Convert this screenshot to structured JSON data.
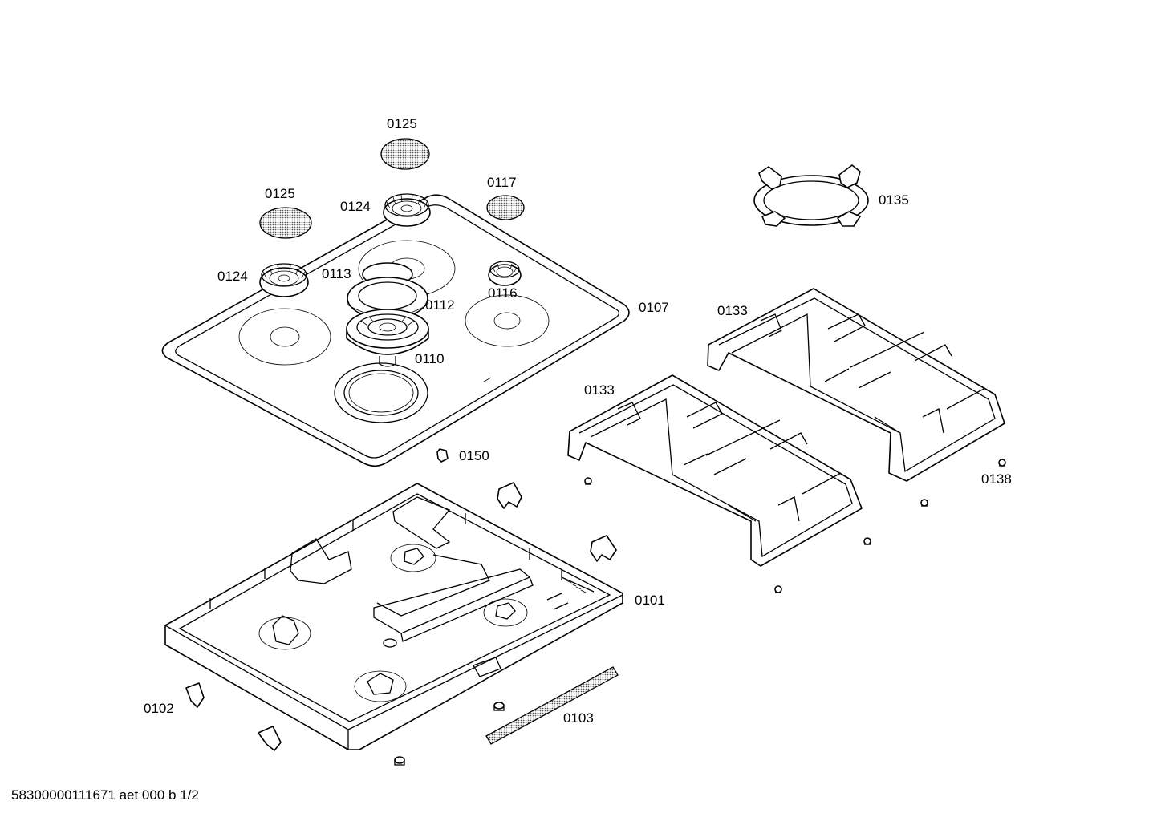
{
  "footer": "58300000111671 aet 000 b 1/2",
  "parts": {
    "p0125_top": "0125",
    "p0125_left": "0125",
    "p0117": "0117",
    "p0124_top": "0124",
    "p0124_left": "0124",
    "p0113": "0113",
    "p0116": "0116",
    "p0112": "0112",
    "p0110": "0110",
    "p0107": "0107",
    "p0135": "0135",
    "p0133_upper": "0133",
    "p0133_lower": "0133",
    "p0150": "0150",
    "p0138": "0138",
    "p0101": "0101",
    "p0102": "0102",
    "p0103": "0103"
  }
}
